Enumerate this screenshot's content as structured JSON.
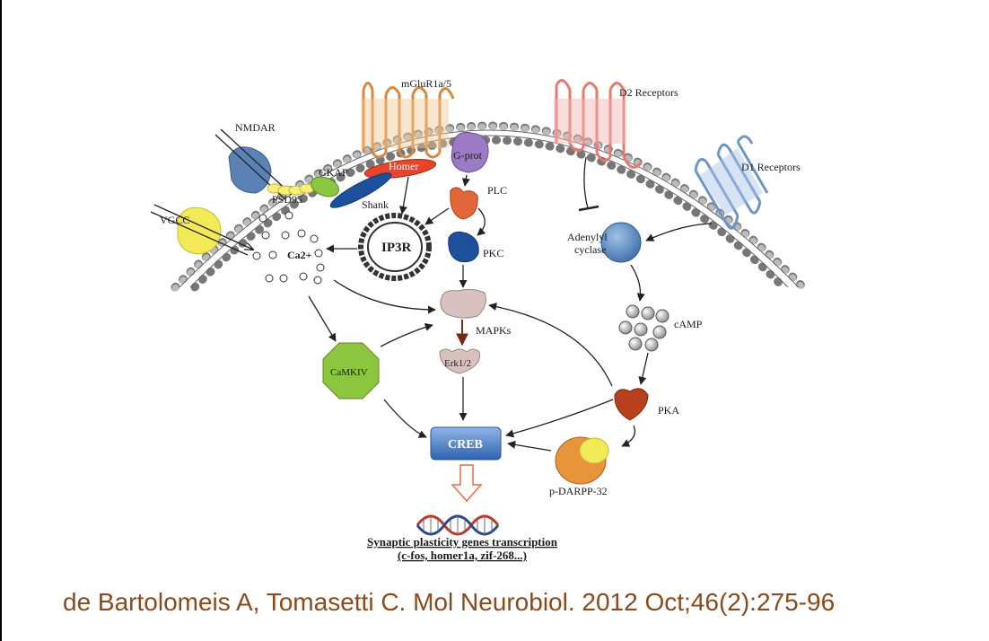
{
  "labels": {
    "mglur": "mGluR1a/5",
    "d2": "D2 Receptors",
    "d1": "D1 Receptors",
    "nmdar": "NMDAR",
    "gkap": "GKAP",
    "psd95": "PSD95",
    "homer": "Homer",
    "shank": "Shank",
    "gprot": "G-prot",
    "plc": "PLC",
    "vgcc": "VGCC",
    "ip3r": "IP3R",
    "ca": "Ca2+",
    "pkc": "PKC",
    "adenylyl1": "Adenylyl",
    "adenylyl2": "cyclase",
    "mapks": "MAPKs",
    "erk": "Erk1/2",
    "camkiv": "CaMKIV",
    "camp": "cAMP",
    "pka": "PKA",
    "creb": "CREB",
    "darpp": "p-DARPP-32",
    "genes1": "Synaptic plasticity genes transcription",
    "genes2": "(c-fos, homer1a, zif-268...)"
  },
  "caption": "de Bartolomeis A, Tomasetti C. Mol Neurobiol. 2012 Oct;46(2):275-96",
  "colors": {
    "caption": "#8a4a1c",
    "mglur": "#d9883a",
    "d2": "#e8786e",
    "d1": "#6f95c8",
    "creb": "#3a74c0",
    "camkiv": "#8cc63f",
    "vgcc": "#f3ea58",
    "pka": "#b8401c"
  }
}
